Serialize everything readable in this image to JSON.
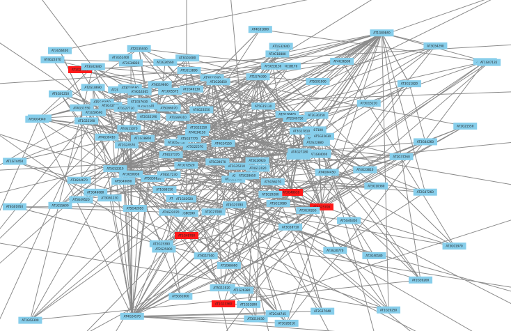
{
  "graph": {
    "colors": {
      "node_fill": "#87CEEB",
      "highlight_fill": "#FF1A1A",
      "edge_stroke": "#8A8A8A",
      "background": "#FFFFFF"
    },
    "nodes": [
      {
        "id": "n0",
        "label": "AT1G24180",
        "highlight": true
      },
      {
        "id": "n1",
        "label": "AT3G48610",
        "highlight": true
      },
      {
        "id": "n2",
        "label": "AT4G25700",
        "highlight": true
      },
      {
        "id": "n3",
        "label": "AT1G48780",
        "highlight": true
      },
      {
        "id": "n4",
        "label": "AT1G13360",
        "highlight": true
      },
      {
        "id": "n5",
        "label": "AT1G76390"
      },
      {
        "id": "n6",
        "label": "AT2G38470"
      },
      {
        "id": "n7",
        "label": "AT1G80840"
      },
      {
        "id": "n8",
        "label": "AT4G24570"
      },
      {
        "id": "n9",
        "label": "AT5G52310"
      },
      {
        "id": "n10",
        "label": "AT3G23240"
      },
      {
        "id": "n11",
        "label": "AT1G32640"
      },
      {
        "id": "n12",
        "label": "AT2G46400"
      },
      {
        "id": "n13",
        "label": "AT5G26920"
      },
      {
        "id": "n14",
        "label": "AT1G19250"
      },
      {
        "id": "n15",
        "label": "AT4G23810"
      },
      {
        "id": "n16",
        "label": "AT2G40140"
      },
      {
        "id": "n17",
        "label": "AT3G15210"
      },
      {
        "id": "n18",
        "label": "AT5G47230"
      },
      {
        "id": "n19",
        "label": "AT1G72520"
      },
      {
        "id": "n20",
        "label": "AT4G17500"
      },
      {
        "id": "n21",
        "label": "AT2G24570"
      },
      {
        "id": "n22",
        "label": "AT3G56400"
      },
      {
        "id": "n23",
        "label": "AT5G13080"
      },
      {
        "id": "n24",
        "label": "AT1G22190"
      },
      {
        "id": "n25",
        "label": "AT4G01250"
      },
      {
        "id": "n26",
        "label": "AT2G23320"
      },
      {
        "id": "n27",
        "label": "AT3G01970"
      },
      {
        "id": "n28",
        "label": "AT5G64810"
      },
      {
        "id": "n29",
        "label": "AT1G62300"
      },
      {
        "id": "n30",
        "label": "AT4G31800"
      },
      {
        "id": "n31",
        "label": "AT2G30250"
      },
      {
        "id": "n32",
        "label": "AT3G01080"
      },
      {
        "id": "n33",
        "label": "AT5G46350"
      },
      {
        "id": "n34",
        "label": "AT1G80590"
      },
      {
        "id": "n35",
        "label": "AT4G22070"
      },
      {
        "id": "n36",
        "label": "AT2G47260"
      },
      {
        "id": "n37",
        "label": "AT3G62420"
      },
      {
        "id": "n38",
        "label": "AT5G49520"
      },
      {
        "id": "n39",
        "label": "AT1G69310"
      },
      {
        "id": "n40",
        "label": "AT4G18170"
      },
      {
        "id": "n41",
        "label": "AT2G21900"
      },
      {
        "id": "n42",
        "label": "AT3G58710"
      },
      {
        "id": "n43",
        "label": "AT5G07100"
      },
      {
        "id": "n44",
        "label": "AT1G18860"
      },
      {
        "id": "n45",
        "label": "AT4G39410"
      },
      {
        "id": "n46",
        "label": "AT2G44745"
      },
      {
        "id": "n47",
        "label": "AT3G04670"
      },
      {
        "id": "n48",
        "label": "AT5G45050"
      },
      {
        "id": "n49",
        "label": "AT1G29280"
      },
      {
        "id": "n50",
        "label": "AT4G26440"
      },
      {
        "id": "n51",
        "label": "AT2G37260"
      },
      {
        "id": "n52",
        "label": "AT3G42860"
      },
      {
        "id": "n53",
        "label": "AT5G56270"
      },
      {
        "id": "n54",
        "label": "AT1G30650"
      },
      {
        "id": "n55",
        "label": "AT4G04450"
      },
      {
        "id": "n56",
        "label": "AT2G34830"
      },
      {
        "id": "n57",
        "label": "AT3G30260"
      },
      {
        "id": "n58",
        "label": "AT5G22570"
      },
      {
        "id": "n59",
        "label": "AT1G68150"
      },
      {
        "id": "n60",
        "label": "AT4G11070"
      },
      {
        "id": "n61",
        "label": "AT2G46130"
      },
      {
        "id": "n62",
        "label": "AT3G20770"
      },
      {
        "id": "n63",
        "label": "AT5G15130"
      },
      {
        "id": "n64",
        "label": "AT1G64000"
      },
      {
        "id": "n65",
        "label": "AT4G31550"
      },
      {
        "id": "n66",
        "label": "AT2G25000"
      },
      {
        "id": "n67",
        "label": "AT3G17810"
      },
      {
        "id": "n68",
        "label": "AT5G24110"
      },
      {
        "id": "n69",
        "label": "AT1G66560"
      },
      {
        "id": "n70",
        "label": "AT4G12020"
      },
      {
        "id": "n71",
        "label": "AT2G03340"
      },
      {
        "id": "n72",
        "label": "AT3G10030"
      },
      {
        "id": "n73",
        "label": "AT5G40690"
      },
      {
        "id": "n74",
        "label": "AT1G66600"
      },
      {
        "id": "n75",
        "label": "AT4G23550"
      },
      {
        "id": "n76",
        "label": "AT2G40750"
      },
      {
        "id": "n77",
        "label": "AT3G54290"
      },
      {
        "id": "n78",
        "label": "AT5G01900"
      },
      {
        "id": "n79",
        "label": "AT1G55600"
      },
      {
        "id": "n80",
        "label": "AT4G22470"
      },
      {
        "id": "n81",
        "label": "AT2G30590"
      },
      {
        "id": "n82",
        "label": "AT3G56710"
      },
      {
        "id": "n83",
        "label": "AT5G28650"
      },
      {
        "id": "n84",
        "label": "AT1G13890"
      },
      {
        "id": "n85",
        "label": "AT4G18880"
      },
      {
        "id": "n86",
        "label": "AT2G40180"
      },
      {
        "id": "n87",
        "label": "AT3G61230"
      },
      {
        "id": "n88",
        "label": "AT5G53130"
      },
      {
        "id": "n89",
        "label": "AT1G35210"
      },
      {
        "id": "n90",
        "label": "AT4G24150"
      },
      {
        "id": "n91",
        "label": "AT2G18690"
      },
      {
        "id": "n92",
        "label": "AT3G28210"
      },
      {
        "id": "n93",
        "label": "AT5G59820"
      },
      {
        "id": "n94",
        "label": "AT1G27730"
      },
      {
        "id": "n95",
        "label": "AT4G27280"
      },
      {
        "id": "n96",
        "label": "AT2G41640"
      },
      {
        "id": "n97",
        "label": "AT3G44260"
      },
      {
        "id": "n98",
        "label": "AT5G04340"
      },
      {
        "id": "n99",
        "label": "AT1G07135"
      },
      {
        "id": "n100",
        "label": "AT4G34150"
      },
      {
        "id": "n101",
        "label": "AT2G17040"
      },
      {
        "id": "n102",
        "label": "AT3G02840"
      },
      {
        "id": "n103",
        "label": "AT5G66070"
      },
      {
        "id": "n104",
        "label": "AT1G05575"
      },
      {
        "id": "n105",
        "label": "AT4G17230"
      },
      {
        "id": "n106",
        "label": "AT2G22880"
      },
      {
        "id": "n107",
        "label": "AT3G46080"
      },
      {
        "id": "n108",
        "label": "AT5G42050"
      },
      {
        "id": "n109",
        "label": "AT1G74450"
      },
      {
        "id": "n110",
        "label": "AT4G19660"
      },
      {
        "id": "n111",
        "label": "AT2G35930"
      },
      {
        "id": "n112",
        "label": "AT3G25250"
      },
      {
        "id": "n113",
        "label": "AT5G10380"
      },
      {
        "id": "n114",
        "label": "AT1G21550"
      },
      {
        "id": "n115",
        "label": "AT4G01950"
      },
      {
        "id": "n116",
        "label": "AT2G32190"
      },
      {
        "id": "n117",
        "label": "AT3G19580"
      },
      {
        "id": "n118",
        "label": "AT5G61600"
      },
      {
        "id": "n119",
        "label": "AT1G26380"
      },
      {
        "id": "n120",
        "label": "AT4G37370"
      },
      {
        "id": "n121",
        "label": "AT2G26560"
      },
      {
        "id": "n122",
        "label": "AT3G11820"
      },
      {
        "id": "n123",
        "label": "AT5G39670"
      },
      {
        "id": "n124",
        "label": "AT1G57630"
      },
      {
        "id": "n125",
        "label": "AT4G36500"
      },
      {
        "id": "n126",
        "label": "AT2G39200"
      },
      {
        "id": "n127",
        "label": "AT3G50930"
      },
      {
        "id": "n128",
        "label": "AT5G37770"
      },
      {
        "id": "n129",
        "label": "AT1G51890"
      },
      {
        "id": "n130",
        "label": "AT4G29780"
      },
      {
        "id": "n131",
        "label": "AT2G27080"
      },
      {
        "id": "n132",
        "label": "AT3G26450"
      },
      {
        "id": "n133",
        "label": "AT5G11920"
      },
      {
        "id": "n134",
        "label": "AT1G02920"
      },
      {
        "id": "n135",
        "label": "AT4G14365"
      },
      {
        "id": "n136",
        "label": "AT2G15390"
      },
      {
        "id": "n137",
        "label": "AT3G52400"
      },
      {
        "id": "n138",
        "label": "AT5G22630"
      },
      {
        "id": "n139",
        "label": "AT1G59590"
      }
    ]
  }
}
